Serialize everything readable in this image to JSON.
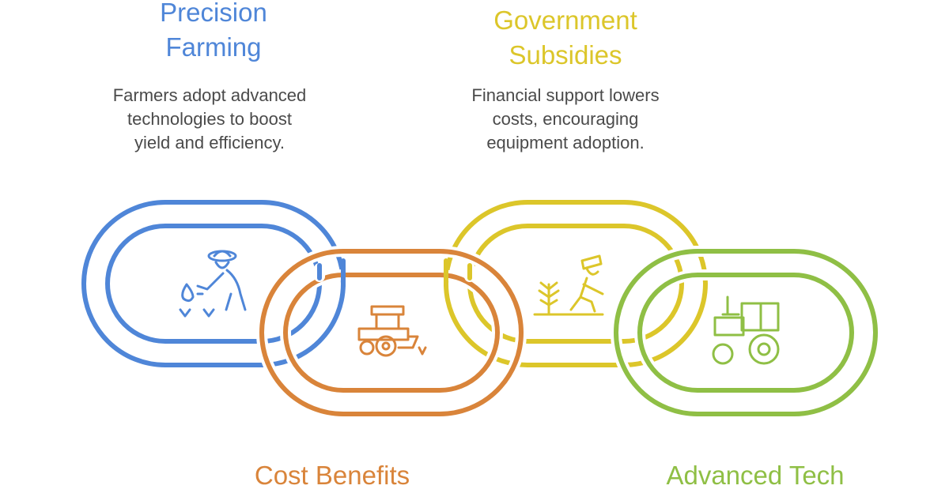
{
  "colors": {
    "blue": "#4f86d8",
    "orange": "#d9843a",
    "yellow": "#dcc62a",
    "green": "#8fbf45"
  },
  "items": [
    {
      "title": "Precision\nFarming",
      "description": "Farmers adopt advanced\ntechnologies to boost\nyield and efficiency.",
      "icon": "farmer-planting-icon"
    },
    {
      "title": "Cost Benefits",
      "description": "",
      "icon": "tractor-harvester-icon"
    },
    {
      "title": "Government\nSubsidies",
      "description": "Financial support lowers\ncosts, encouraging\nequipment adoption.",
      "icon": "farmer-crop-icon"
    },
    {
      "title": "Advanced Tech",
      "description": "",
      "icon": "tractor-icon"
    }
  ]
}
